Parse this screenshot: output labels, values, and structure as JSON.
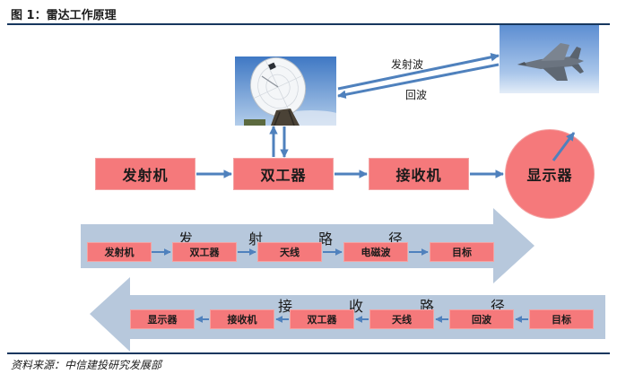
{
  "figure": {
    "title": "图 1：雷达工作原理",
    "source": "资料来源：中信建投研究发展部"
  },
  "images": {
    "radar": "radar-dish-photo",
    "target": "fighter-jet-photo"
  },
  "link": {
    "transmit_label": "发射波",
    "echo_label": "回波"
  },
  "main_chain": {
    "transmitter": "发射机",
    "duplexer": "双工器",
    "receiver": "接收机",
    "display": "显示器"
  },
  "transmit_path": {
    "title": "发射路径",
    "steps": [
      "发射机",
      "双工器",
      "天线",
      "电磁波",
      "目标"
    ]
  },
  "receive_path": {
    "title": "接收路径",
    "steps": [
      "目标",
      "回波",
      "天线",
      "双工器",
      "接收机",
      "显示器"
    ]
  },
  "colors": {
    "box": "#f5797b",
    "box_border": "#f3a3a3",
    "arrow": "#4f81bd",
    "path_arrow": "#b7c8dc",
    "rule": "#17375e"
  }
}
